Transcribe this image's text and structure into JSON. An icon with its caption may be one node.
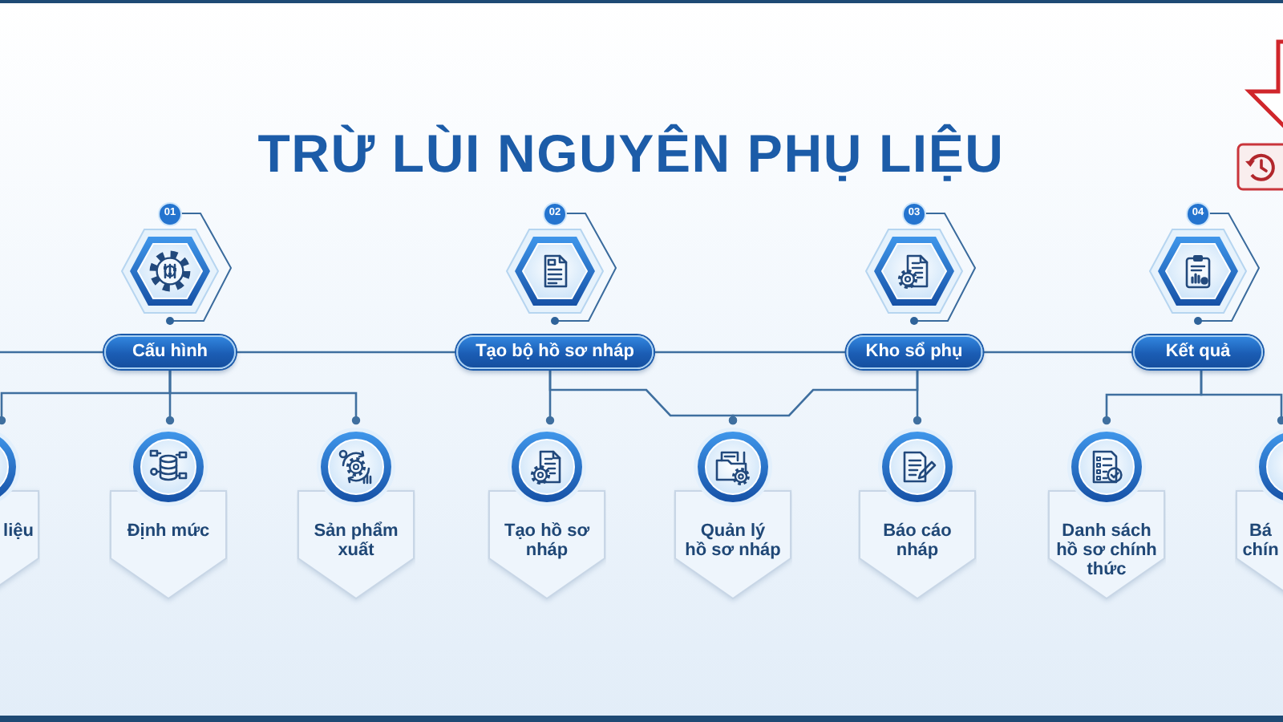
{
  "diagram": {
    "title": "TRỪ LÙI NGUYÊN PHỤ LIỆU",
    "nodes": [
      {
        "text": [
          "Cấu hình"
        ]
      },
      {
        "text": [
          "Tạo bộ hồ sơ nháp"
        ]
      },
      {
        "text": [
          "Kho sổ phụ"
        ]
      },
      {
        "text": [
          "Kết quả"
        ]
      },
      {
        "text": [
          "liệu"
        ]
      },
      {
        "text": [
          "Định mức"
        ]
      },
      {
        "text": [
          "Sản phẩm xuất"
        ]
      },
      {
        "text": [
          "Tạo hồ sơ nháp"
        ]
      },
      {
        "text": [
          "Quản lý hồ sơ nháp"
        ]
      },
      {
        "text": [
          "Báo cáo nháp"
        ]
      },
      {
        "text": [
          "Danh sách hồ sơ chính thức"
        ]
      },
      {
        "text": [
          "Bá chín"
        ]
      }
    ],
    "edges": [
      {
        "from": null,
        "to": 0,
        "arrow": "none"
      },
      {
        "from": 0,
        "to": 1,
        "arrow": "none"
      },
      {
        "from": 1,
        "to": 2,
        "arrow": "none"
      },
      {
        "from": 2,
        "to": 3,
        "arrow": "none"
      },
      {
        "from": 0,
        "to": 4,
        "arrow": "other"
      },
      {
        "from": 0,
        "to": 5,
        "arrow": "other"
      },
      {
        "from": 0,
        "to": 6,
        "arrow": "other"
      },
      {
        "from": 1,
        "to": 7,
        "arrow": "other"
      },
      {
        "from": 1,
        "to": 8,
        "arrow": "other"
      },
      {
        "from": 2,
        "to": 8,
        "arrow": "other"
      },
      {
        "from": 2,
        "to": 9,
        "arrow": "other"
      },
      {
        "from": 3,
        "to": 10,
        "arrow": "other"
      },
      {
        "from": 3,
        "to": 11,
        "arrow": "other"
      }
    ],
    "labels": [
      "01",
      "02",
      "03",
      "04"
    ]
  }
}
